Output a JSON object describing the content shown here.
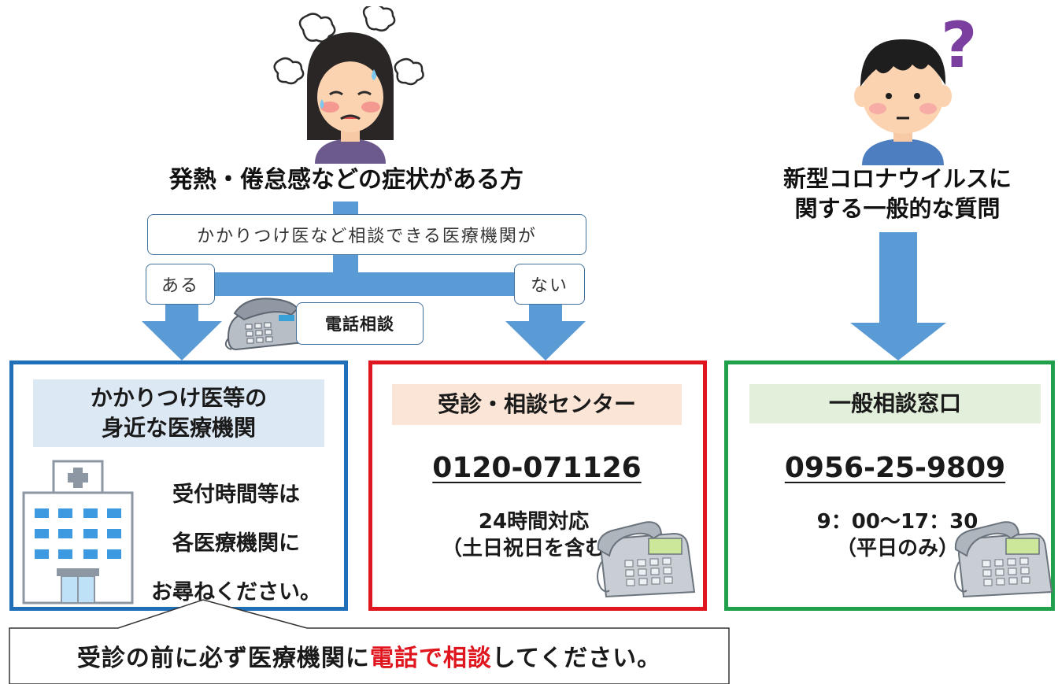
{
  "left_column": {
    "heading": "発熱・倦怠感などの症状がある方",
    "question_box": "かかりつけ医など相談できる医療機関が",
    "branch_yes": "ある",
    "branch_no": "ない",
    "phone_consult_label": "電話相談"
  },
  "right_column": {
    "heading_line1": "新型コロナウイルスに",
    "heading_line2": "関する一般的な質問"
  },
  "panels": {
    "family_doctor": {
      "title_line1": "かかりつけ医等の",
      "title_line2": "身近な医療機関",
      "note_line1": "受付時間等は",
      "note_line2": "各医療機関に",
      "note_line3": "お尋ねください。"
    },
    "consult_center": {
      "title": "受診・相談センター",
      "phone": "0120-071126",
      "hours_line1": "24時間対応",
      "hours_line2": "（土日祝日を含む）"
    },
    "general_desk": {
      "title": "一般相談窓口",
      "phone": "0956-25-9809",
      "hours_line1": "9：00～17：30",
      "hours_line2": "（平日のみ）"
    }
  },
  "callout": {
    "text_before": "受診の前に必ず医療機関に",
    "text_accent": "電話で相談",
    "text_after": "してください。"
  },
  "colors": {
    "arrow": "#5b9bd5",
    "panel_blue": "#1f6fb8",
    "panel_red": "#e0161f",
    "panel_green": "#21a04c",
    "title_blue_bg": "#dde8f5",
    "title_red_bg": "#fbe5d6",
    "title_green_bg": "#e2efda",
    "accent_text": "#e0161f"
  }
}
